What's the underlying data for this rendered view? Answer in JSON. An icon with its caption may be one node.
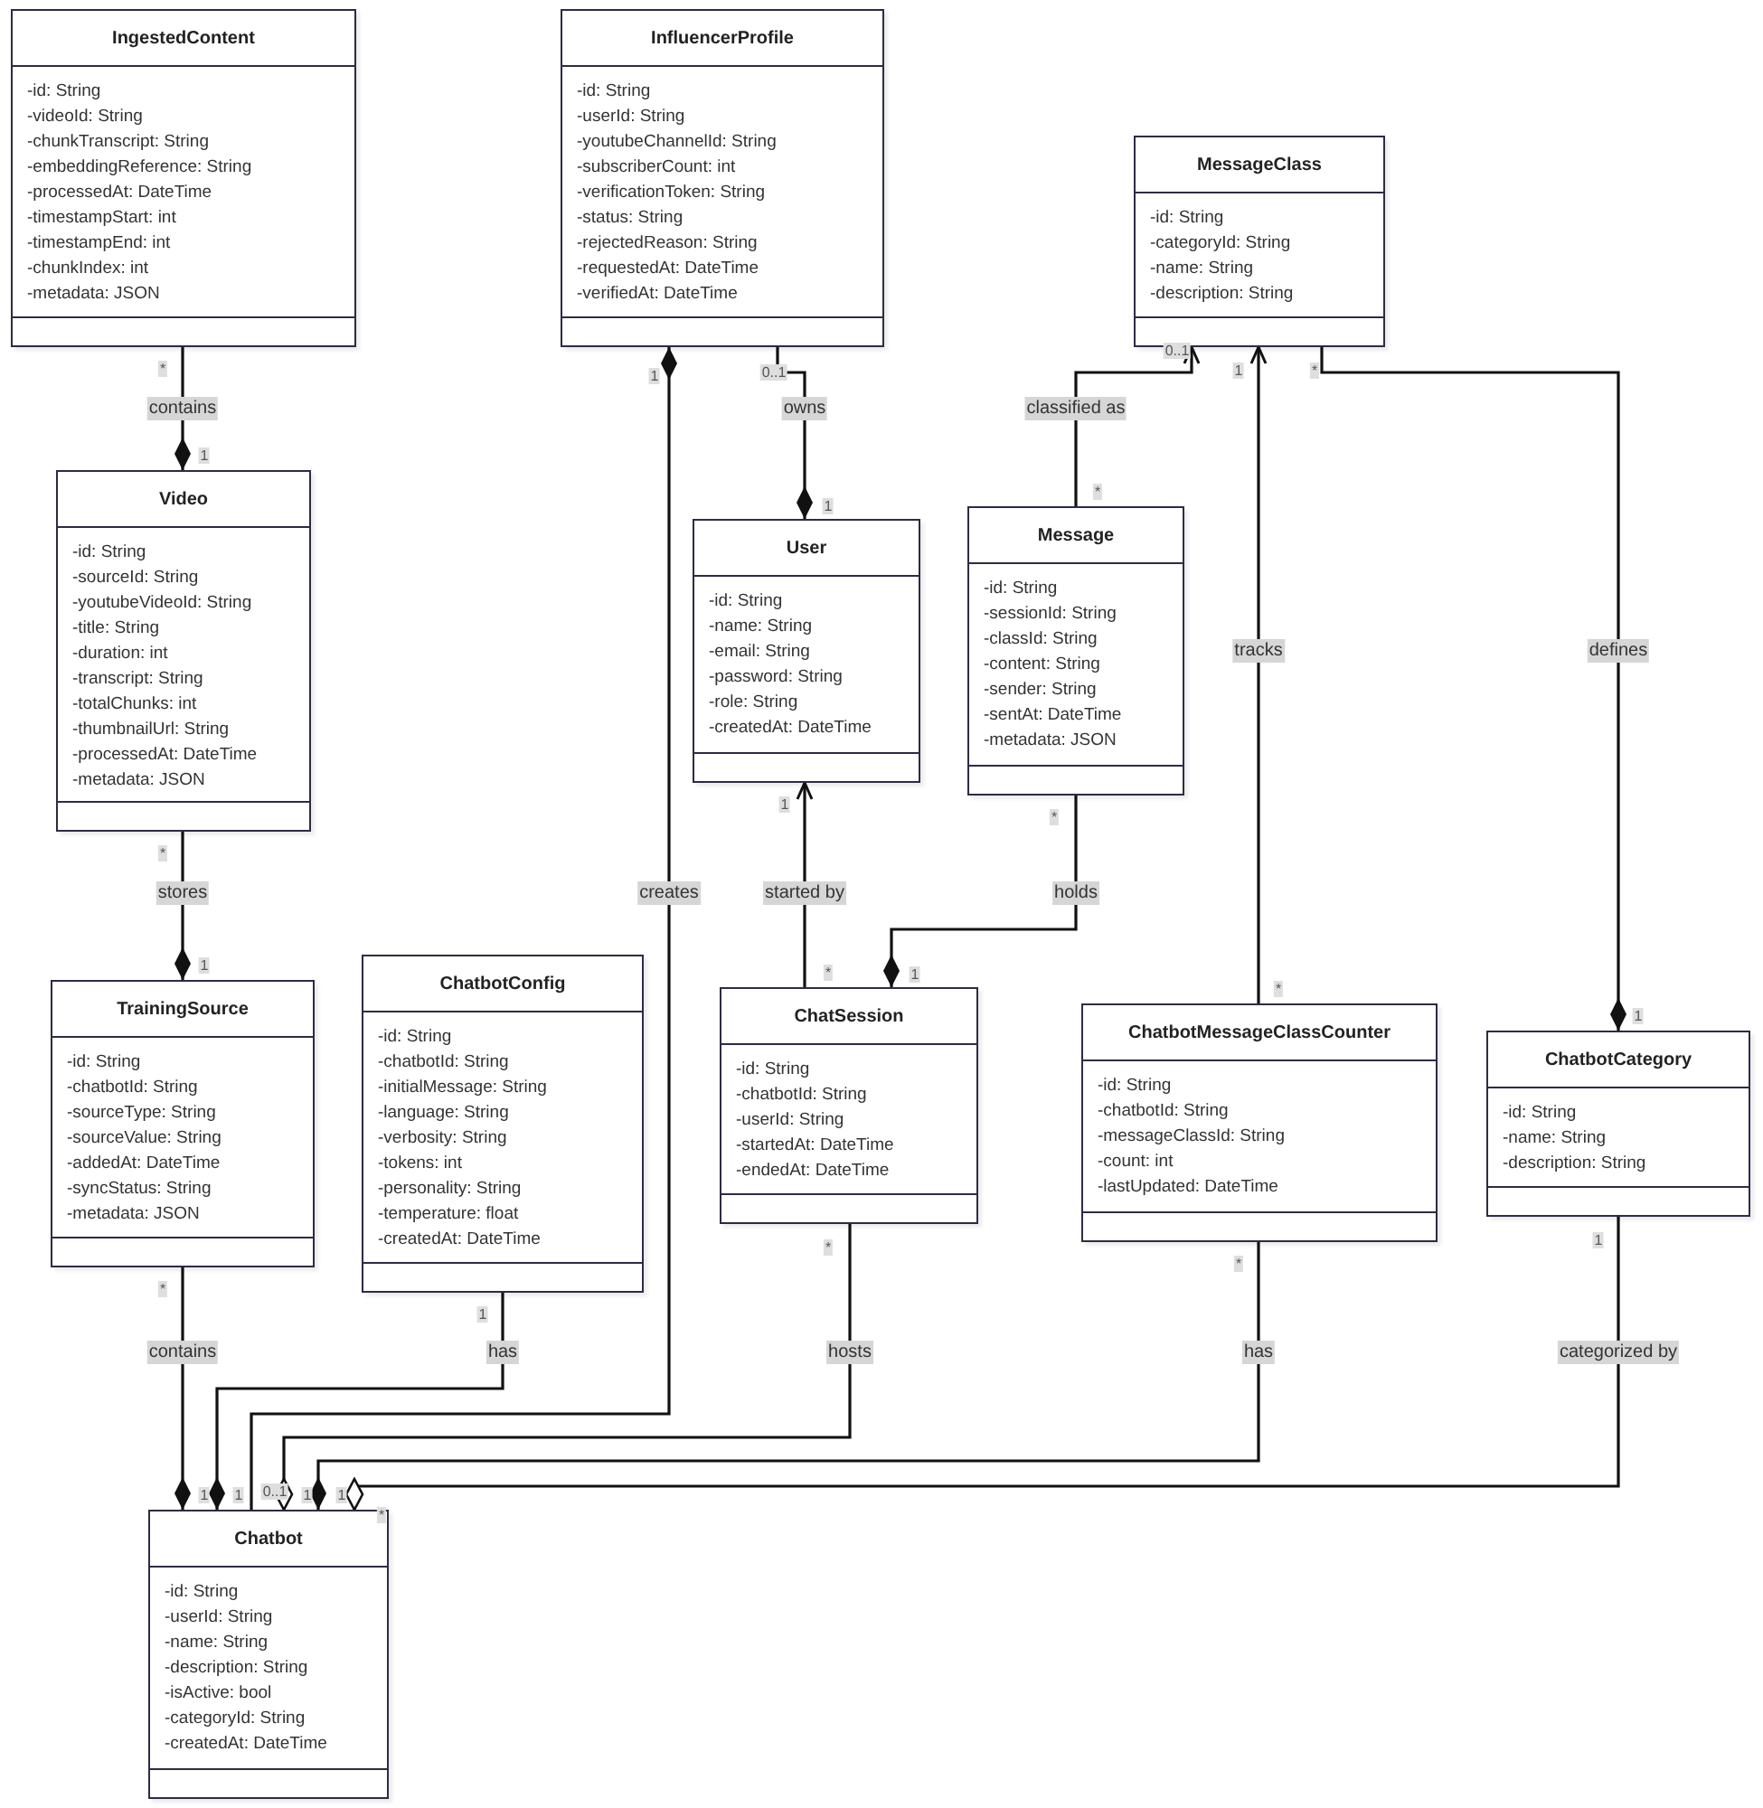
{
  "diagram": {
    "nodes": [
      {
        "text": [
          "IngestedContent",
          "-id: String",
          "-videoId: String",
          "-chunkTranscript: String",
          "-embeddingReference: String",
          "-processedAt: DateTime",
          "-timestampStart: int",
          "-timestampEnd: int",
          "-chunkIndex: int",
          "-metadata: JSON"
        ]
      },
      {
        "text": [
          "InfluencerProfile",
          "-id: String",
          "-userId: String",
          "-youtubeChannelId: String",
          "-subscriberCount: int",
          "-verificationToken: String",
          "-status: String",
          "-rejectedReason: String",
          "-requestedAt: DateTime",
          "-verifiedAt: DateTime"
        ]
      },
      {
        "text": [
          "MessageClass",
          "-id: String",
          "-categoryId: String",
          "-name: String",
          "-description: String"
        ]
      },
      {
        "text": [
          "Video",
          "-id: String",
          "-sourceId: String",
          "-youtubeVideoId: String",
          "-title: String",
          "-duration: int",
          "-transcript: String",
          "-totalChunks: int",
          "-thumbnailUrl: String",
          "-processedAt: DateTime",
          "-metadata: JSON"
        ]
      },
      {
        "text": [
          "User",
          "-id: String",
          "-name: String",
          "-email: String",
          "-password: String",
          "-role: String",
          "-createdAt: DateTime"
        ]
      },
      {
        "text": [
          "Message",
          "-id: String",
          "-sessionId: String",
          "-classId: String",
          "-content: String",
          "-sender: String",
          "-sentAt: DateTime",
          "-metadata: JSON"
        ]
      },
      {
        "text": [
          "TrainingSource",
          "-id: String",
          "-chatbotId: String",
          "-sourceType: String",
          "-sourceValue: String",
          "-addedAt: DateTime",
          "-syncStatus: String",
          "-metadata: JSON"
        ]
      },
      {
        "text": [
          "ChatbotConfig",
          "-id: String",
          "-chatbotId: String",
          "-initialMessage: String",
          "-language: String",
          "-verbosity: String",
          "-tokens: int",
          "-personality: String",
          "-temperature: float",
          "-createdAt: DateTime"
        ]
      },
      {
        "text": [
          "ChatSession",
          "-id: String",
          "-chatbotId: String",
          "-userId: String",
          "-startedAt: DateTime",
          "-endedAt: DateTime"
        ]
      },
      {
        "text": [
          "ChatbotMessageClassCounter",
          "-id: String",
          "-chatbotId: String",
          "-messageClassId: String",
          "-count: int",
          "-lastUpdated: DateTime"
        ]
      },
      {
        "text": [
          "ChatbotCategory",
          "-id: String",
          "-name: String",
          "-description: String"
        ]
      },
      {
        "text": [
          "Chatbot",
          "-id: String",
          "-userId: String",
          "-name: String",
          "-description: String",
          "-isActive: bool",
          "-categoryId: String",
          "-createdAt: DateTime"
        ]
      }
    ],
    "edges": [
      {
        "from": 0,
        "to": 3,
        "arrow": "other",
        "label": "contains"
      },
      {
        "from": 1,
        "to": 4,
        "arrow": "other",
        "label": "owns"
      },
      {
        "from": 3,
        "to": 6,
        "arrow": "other",
        "label": "stores"
      },
      {
        "from": 5,
        "to": 2,
        "arrow": "to",
        "label": "classified as"
      },
      {
        "from": 9,
        "to": 2,
        "arrow": "to",
        "label": "tracks"
      },
      {
        "from": 2,
        "to": 10,
        "arrow": "other",
        "label": "defines"
      },
      {
        "from": 8,
        "to": 4,
        "arrow": "to",
        "label": "started by"
      },
      {
        "from": 5,
        "to": 8,
        "arrow": "other",
        "label": "holds"
      },
      {
        "from": 6,
        "to": 11,
        "arrow": "other",
        "label": "contains"
      },
      {
        "from": 7,
        "to": 11,
        "arrow": "other",
        "label": "has"
      },
      {
        "from": 11,
        "to": 1,
        "arrow": "other",
        "label": "creates"
      },
      {
        "from": 8,
        "to": 11,
        "arrow": "other",
        "label": "hosts"
      },
      {
        "from": 9,
        "to": 11,
        "arrow": "other",
        "label": "has"
      },
      {
        "from": 10,
        "to": 11,
        "arrow": "other",
        "label": "categorized by"
      }
    ],
    "labels": [
      "*",
      "1",
      "1",
      "0..1",
      "1",
      "0..1",
      "1",
      "*",
      "*",
      "*",
      "1",
      "1",
      "*",
      "*",
      "1",
      "*",
      "1",
      "*",
      "1",
      "*",
      "*",
      "1",
      "1",
      "1",
      "0..1",
      "1",
      "1",
      "*"
    ]
  }
}
